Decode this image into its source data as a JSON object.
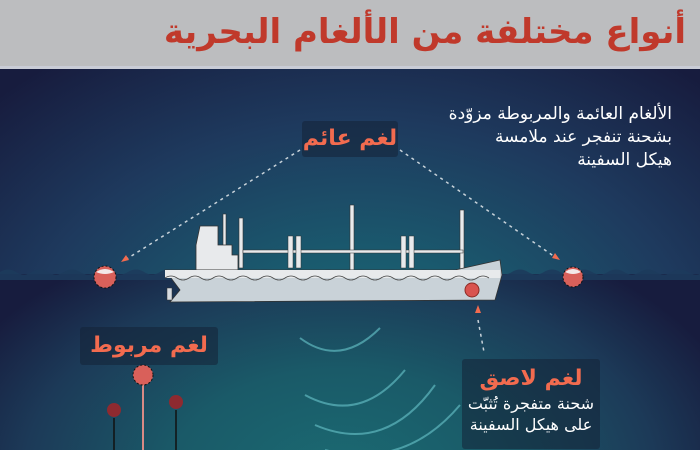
{
  "header": {
    "title": "أنواع مختلفة من الألغام البحرية",
    "title_color": "#c0392b",
    "background": "#bcbdbf"
  },
  "description": {
    "lines": [
      "الألغام العائمة والمربوطة مزوّدة",
      "بشحنة تنفجر عند ملامسة",
      "هيكل السفينة"
    ]
  },
  "labels": {
    "floating_mine": {
      "title": "لغم عائم"
    },
    "moored_mine": {
      "title": "لغم مربوط"
    },
    "limpet_mine": {
      "title": "لغم لاصق",
      "lines": [
        "شحنة متفجرة تُثبّت",
        "على هيكل السفينة"
      ]
    }
  },
  "colors": {
    "accent": "#f26b4f",
    "mine": "#d9534f",
    "ship": "#e8eaec",
    "sky_dark": "#171c3e",
    "sea_teal": "#1c6b78"
  },
  "icons": [
    "floating-mine-icon",
    "moored-mine-icon",
    "limpet-mine-icon",
    "cargo-ship-icon",
    "sonar-wave-icon"
  ]
}
